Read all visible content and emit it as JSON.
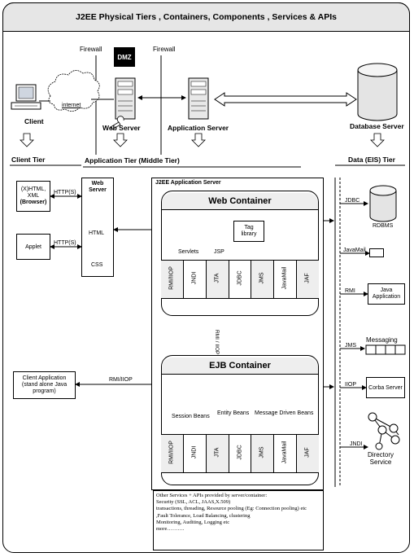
{
  "title": "J2EE Physical Tiers , Containers, Components , Services  &  APIs",
  "top": {
    "firewall_left": "Firewall",
    "firewall_right": "Firewall",
    "dmz": "DMZ",
    "internet": "internet",
    "client": "Client",
    "web_server": "Web Server",
    "application_server": "Application Server",
    "database_server": "Database Server"
  },
  "tiers": {
    "client": "Client Tier",
    "application": "Application Tier (Middle Tier)",
    "data": "Data (EIS) Tier"
  },
  "client_tier": {
    "browser_line1": "(X)HTML,",
    "browser_line2": "XML",
    "browser_line3": "(Browser)",
    "applet": "Applet",
    "http1": "HTTP(S)",
    "http2": "HTTP(S)",
    "client_app_line1": "Client Application",
    "client_app_line2": "(stand alone Java",
    "client_app_line3": "program)",
    "rmi_iiop": "RMI/IIOP"
  },
  "web_server_box": {
    "title_line1": "Web",
    "title_line2": "Server",
    "html": "HTML",
    "css": "CSS"
  },
  "app_server": {
    "title": "J2EE Application Server",
    "web_container": {
      "title": "Web Container",
      "servlets": "Servlets",
      "jsp": "JSP",
      "tag_line1": "Tag",
      "tag_line2": "library",
      "apis": [
        "RMI/IIOP",
        "JNDI",
        "JTA",
        "JDBC",
        "JMS",
        "JavaMail",
        "JAF"
      ]
    },
    "rmi_iiop_link": "RMI / IIOP",
    "ejb_container": {
      "title": "EJB Container",
      "session_beans": "Session Beans",
      "entity_beans": "Entity Beans",
      "mdb": "Message Driven Beans",
      "apis": [
        "RMI/IIOP",
        "JNDI",
        "JTA",
        "JDBC",
        "JMS",
        "JavaMail",
        "JAF"
      ]
    },
    "other_services": {
      "line1": "Other Services + APIs provided by server/container:",
      "line2": "Security (SSL, ACL, JAAS,X.509)",
      "line3": "transactions, threading, Resource pooling (Eg: Connection pooling)  etc",
      ",line4": "",
      "line4": ",Fault Tolerance, Load Balancing, clustering",
      "line5": "Monitoring, Auditing, Logging  etc",
      "line6": "more………."
    }
  },
  "data_tier": {
    "jdbc": "JDBC",
    "rdbms": "RDBMS",
    "javamail": "JavaMail",
    "rmi": "RMI",
    "java_app_line1": "Java",
    "java_app_line2": "Application",
    "jms": "JMS",
    "messaging": "Messaging",
    "iiop": "IIOP",
    "corba": "Corba Server",
    "jndi": "JNDI",
    "directory_line1": "Directory",
    "directory_line2": "Service"
  }
}
